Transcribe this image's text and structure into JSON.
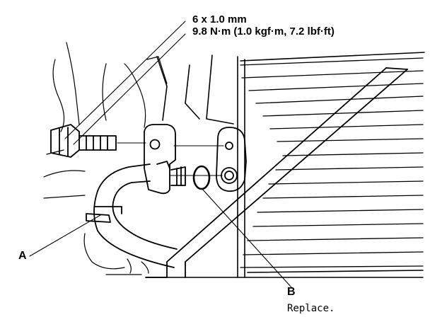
{
  "spec": {
    "bolt_size": "6 x 1.0 mm",
    "torque": "9.8 N·m (1.0 kgf·m, 7.2 lbf·ft)"
  },
  "callouts": {
    "a": {
      "letter": "A"
    },
    "b": {
      "letter": "B",
      "note": "Replace."
    }
  },
  "colors": {
    "ink": "#000000",
    "paper": "#ffffff"
  }
}
